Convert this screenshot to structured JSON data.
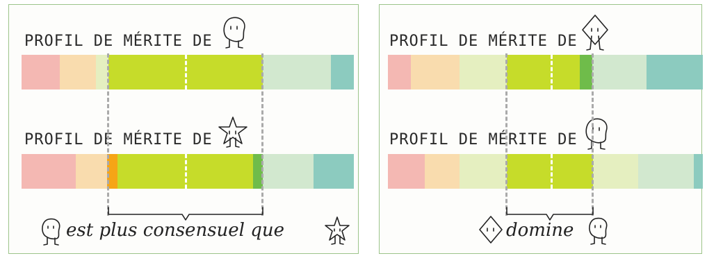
{
  "left_panel": {
    "label_top": "PROFIL DE MÉRITE DE",
    "label_bottom": "PROFIL DE MÉRITE DE",
    "caption_mid": "est plus consensuel que"
  },
  "right_panel": {
    "label_top": "PROFIL DE MÉRITE DE",
    "label_bottom": "PROFIL DE MÉRITE DE",
    "caption_mid": "domine"
  },
  "colors": {
    "red": "#f4b8b3",
    "orange_pale": "#f9dcae",
    "yellow_pale": "#e5efc0",
    "lime": "#c6dc2a",
    "green_dark": "#6fbc4a",
    "green_pale": "#d2e8cf",
    "teal": "#8ccbbf",
    "orange": "#f6a516",
    "dash_gray": "#aaaaaa"
  },
  "figures": [
    "blob-figure-icon",
    "star-figure-icon",
    "diamond-figure-icon"
  ]
}
